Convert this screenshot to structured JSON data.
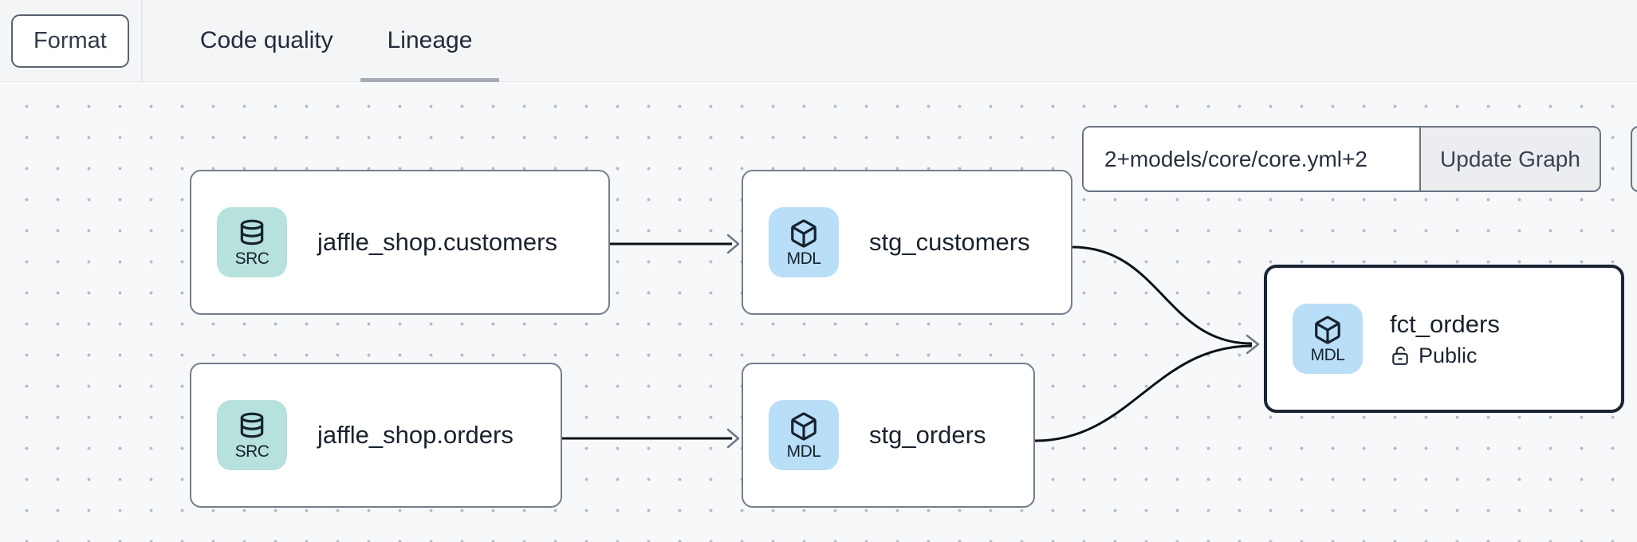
{
  "toolbar": {
    "format_button": "Format",
    "tabs": [
      {
        "label": "Code quality"
      },
      {
        "label": "Lineage"
      }
    ],
    "active_tab": "Lineage"
  },
  "lineage_controls": {
    "selector_input_value": "2+models/core/core.yml+2",
    "update_graph_button": "Update Graph"
  },
  "graph": {
    "nodes": [
      {
        "title": "jaffle_shop.customers",
        "badge": "SRC",
        "icon": "database-icon",
        "type": "source",
        "badge_bg": "#b7e1dc",
        "selected": false
      },
      {
        "title": "stg_customers",
        "badge": "MDL",
        "icon": "cube-icon",
        "type": "model",
        "badge_bg": "#b9def7",
        "selected": false
      },
      {
        "title": "jaffle_shop.orders",
        "badge": "SRC",
        "icon": "database-icon",
        "type": "source",
        "badge_bg": "#b7e1dc",
        "selected": false
      },
      {
        "title": "stg_orders",
        "badge": "MDL",
        "icon": "cube-icon",
        "type": "model",
        "badge_bg": "#b9def7",
        "selected": false
      },
      {
        "title": "fct_orders",
        "badge": "MDL",
        "icon": "cube-icon",
        "type": "model",
        "badge_bg": "#b9def7",
        "selected": true,
        "access_label": "Public",
        "access_icon": "unlock-icon"
      }
    ],
    "edges": [
      {
        "from": "jaffle_shop.customers",
        "to": "stg_customers"
      },
      {
        "from": "jaffle_shop.orders",
        "to": "stg_orders"
      },
      {
        "from": "stg_customers",
        "to": "fct_orders"
      },
      {
        "from": "stg_orders",
        "to": "fct_orders"
      }
    ]
  },
  "colors": {
    "edge": "#0c1118",
    "arrowhead": "#6d7787",
    "node_border": "#747d8c",
    "selected_node_border": "#1a2534",
    "source_badge_bg": "#b7e1dc",
    "model_badge_bg": "#b9def7",
    "tab_underline": "#a6abb5",
    "canvas_bg": "#f7f8fa",
    "topbar_bg": "#f4f5f7"
  }
}
